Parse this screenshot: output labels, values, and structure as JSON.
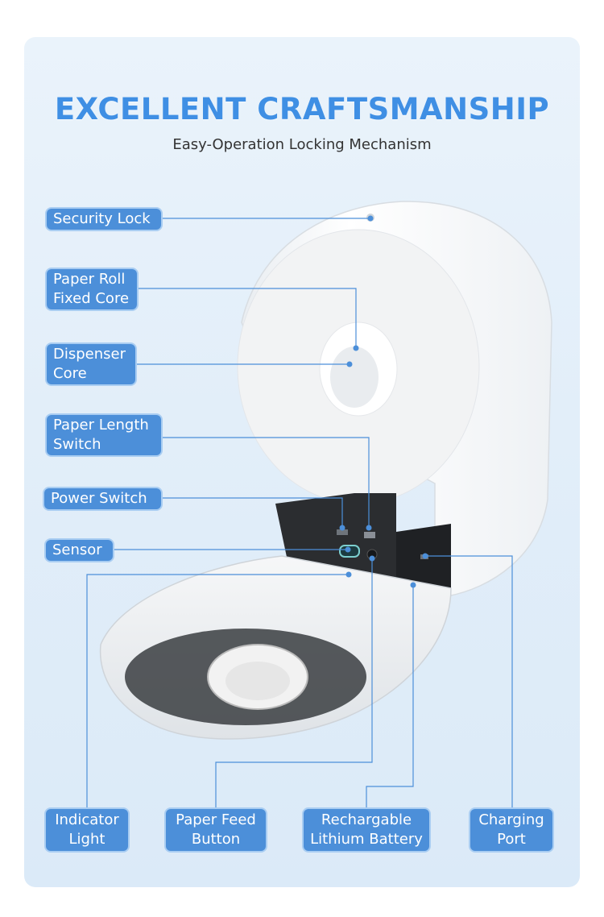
{
  "title": "EXCELLENT CRAFTSMANSHIP",
  "subtitle": "Easy-Operation Locking Mechanism",
  "labels": {
    "security_lock": "Security Lock",
    "paper_roll_line1": "Paper Roll",
    "paper_roll_line2": "Fixed Core",
    "dispenser_line1": "Dispenser",
    "dispenser_line2": "Core",
    "paper_length_line1": "Paper Length",
    "paper_length_line2": "Switch",
    "power_switch": "Power Switch",
    "sensor": "Sensor",
    "indicator_line1": "Indicator",
    "indicator_line2": "Light",
    "paper_feed_line1": "Paper Feed",
    "paper_feed_line2": "Button",
    "battery_line1": "Rechargable",
    "battery_line2": "Lithium Battery",
    "charging_line1": "Charging",
    "charging_line2": "Port"
  },
  "colors": {
    "accent": "#4c8fd9",
    "title": "#3f8fe4",
    "background": "#e2eef9"
  }
}
